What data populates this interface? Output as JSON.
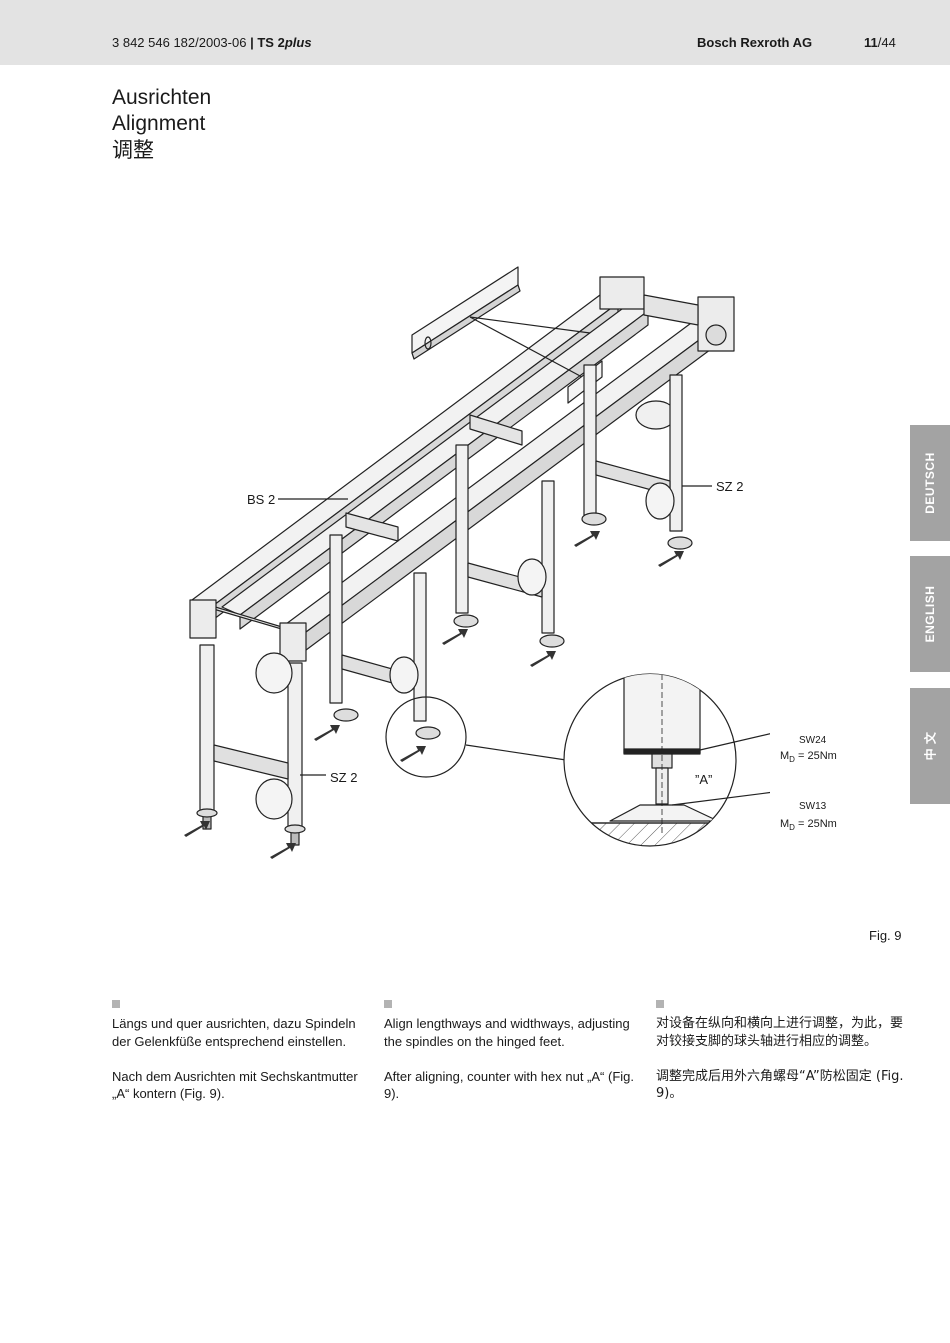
{
  "header": {
    "doc_number": "3 842 546 182/2003-06",
    "separator": "|",
    "product_prefix": "TS 2",
    "product_suffix": "plus",
    "brand": "Bosch Rexroth AG",
    "page_current": "11",
    "page_total": "/44"
  },
  "titles": {
    "de": "Ausrichten",
    "en": "Alignment",
    "zh": "调整"
  },
  "side_tabs": [
    {
      "label": "DEUTSCH"
    },
    {
      "label": "ENGLISH"
    },
    {
      "label": "中 文"
    }
  ],
  "figure": {
    "callout_bs2": "BS 2",
    "callout_sz2_right": "SZ 2",
    "callout_sz2_left": "SZ 2",
    "detail_label": "”A”",
    "wrench_1": {
      "size": "SW24",
      "torque_sym": "M",
      "torque_sub": "D",
      "torque_val": " = 25Nm"
    },
    "wrench_2": {
      "size": "SW13",
      "torque_sym": "M",
      "torque_sub": "D",
      "torque_val": " = 25Nm"
    },
    "fig_label": "Fig. 9"
  },
  "columns": {
    "de": {
      "p1": "Längs und quer ausrichten, dazu Spindeln der Gelenkfüße entsprechend einstellen.",
      "p2": "Nach dem Ausrichten mit Sechskantmutter „A“ kontern (Fig. 9)."
    },
    "en": {
      "p1": "Align lengthways and widthways, adjusting the spindles on the hinged feet.",
      "p2": "After aligning, counter with hex nut „A“ (Fig. 9)."
    },
    "zh": {
      "p1": "对设备在纵向和横向上进行调整，为此，要对铰接支脚的球头轴进行相应的调整。",
      "p2": "调整完成后用外六角螺母“A”防松固定 (Fig. 9)。"
    }
  }
}
